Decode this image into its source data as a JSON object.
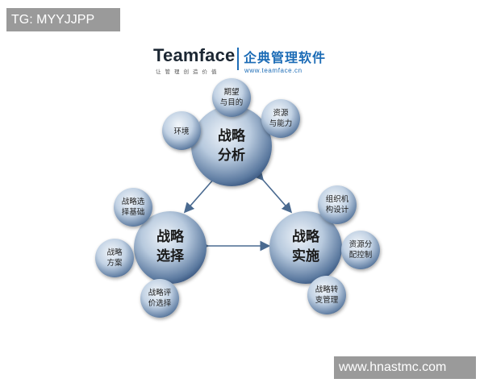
{
  "watermarks": {
    "top_left": "TG: MYYJJPP",
    "bottom_right": "www.hnastmc.com"
  },
  "logo": {
    "name": "Teamface",
    "cn_name": "企典管理软件",
    "slogan": "让管理创造价值",
    "url": "www.teamface.cn"
  },
  "colors": {
    "circle_light": "#dbe6f1",
    "circle_mid": "#9fb5cf",
    "circle_dark": "#3e5b80",
    "arrow": "#4a6a90"
  },
  "nodes": {
    "analysis": {
      "lines": [
        "战略",
        "分析"
      ]
    },
    "choice": {
      "lines": [
        "战略",
        "选择"
      ]
    },
    "implementation": {
      "lines": [
        "战略",
        "实施"
      ]
    }
  },
  "satellites": {
    "expectation": {
      "lines": [
        "期望",
        "与目的"
      ]
    },
    "resources": {
      "lines": [
        "资源",
        "与能力"
      ]
    },
    "environment": {
      "lines": [
        "环境"
      ]
    },
    "choice_basis": {
      "lines": [
        "战略选",
        "择基础"
      ]
    },
    "plan": {
      "lines": [
        "战略",
        "方案"
      ]
    },
    "evaluation": {
      "lines": [
        "战略评",
        "价选择"
      ]
    },
    "org_design": {
      "lines": [
        "组织机",
        "构设计"
      ]
    },
    "resource_alloc": {
      "lines": [
        "资源分",
        "配控制"
      ]
    },
    "change_mgmt": {
      "lines": [
        "战略转",
        "变管理"
      ]
    }
  }
}
